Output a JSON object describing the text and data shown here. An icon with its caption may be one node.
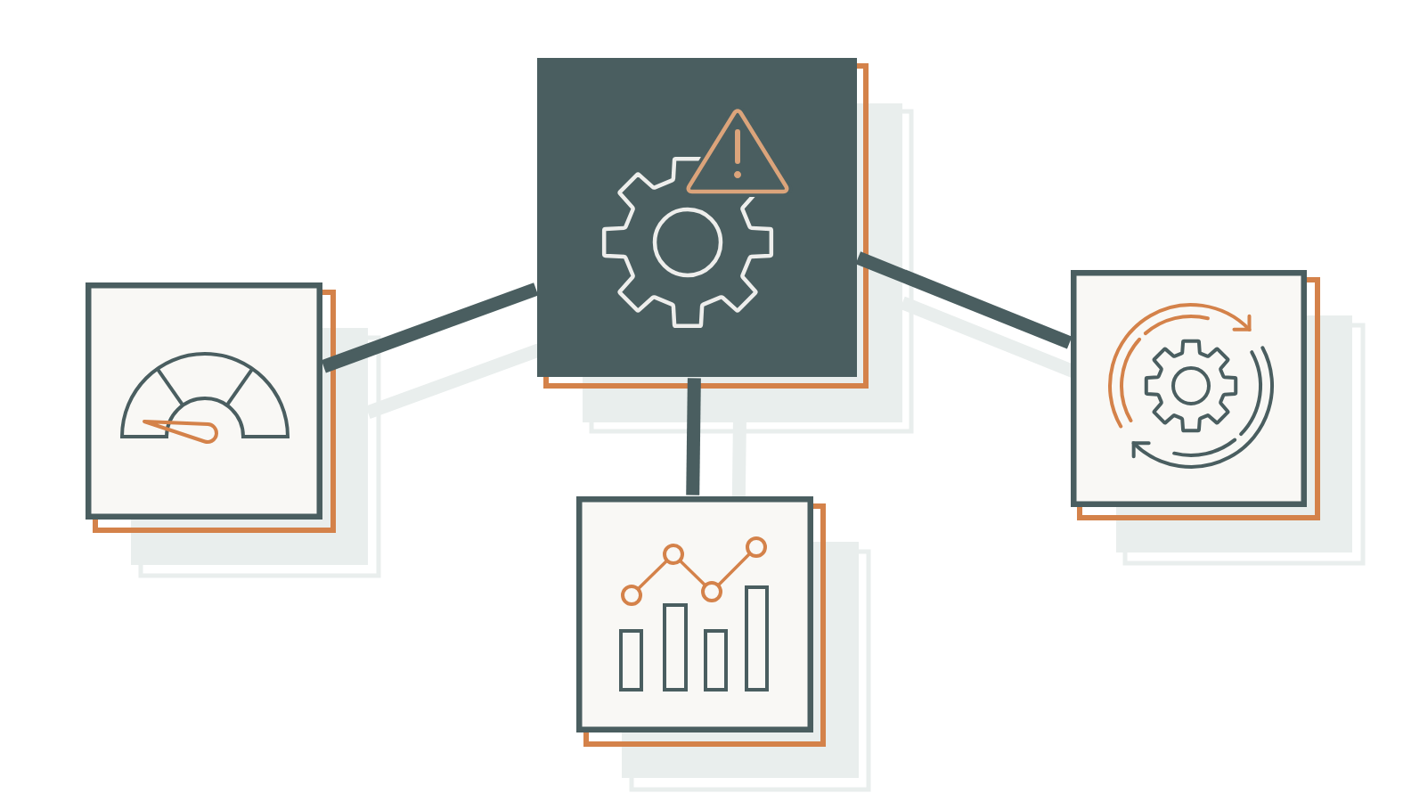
{
  "diagram": {
    "nodes": [
      {
        "text": [],
        "shape": "picture"
      },
      {
        "text": [],
        "shape": "picture"
      },
      {
        "text": [],
        "shape": "picture"
      },
      {
        "text": [],
        "shape": "picture"
      }
    ],
    "edges": [
      {
        "from": 0,
        "to": 1,
        "arrow": "none"
      },
      {
        "from": 0,
        "to": 2,
        "arrow": "none"
      },
      {
        "from": 0,
        "to": 3,
        "arrow": "none"
      }
    ]
  }
}
